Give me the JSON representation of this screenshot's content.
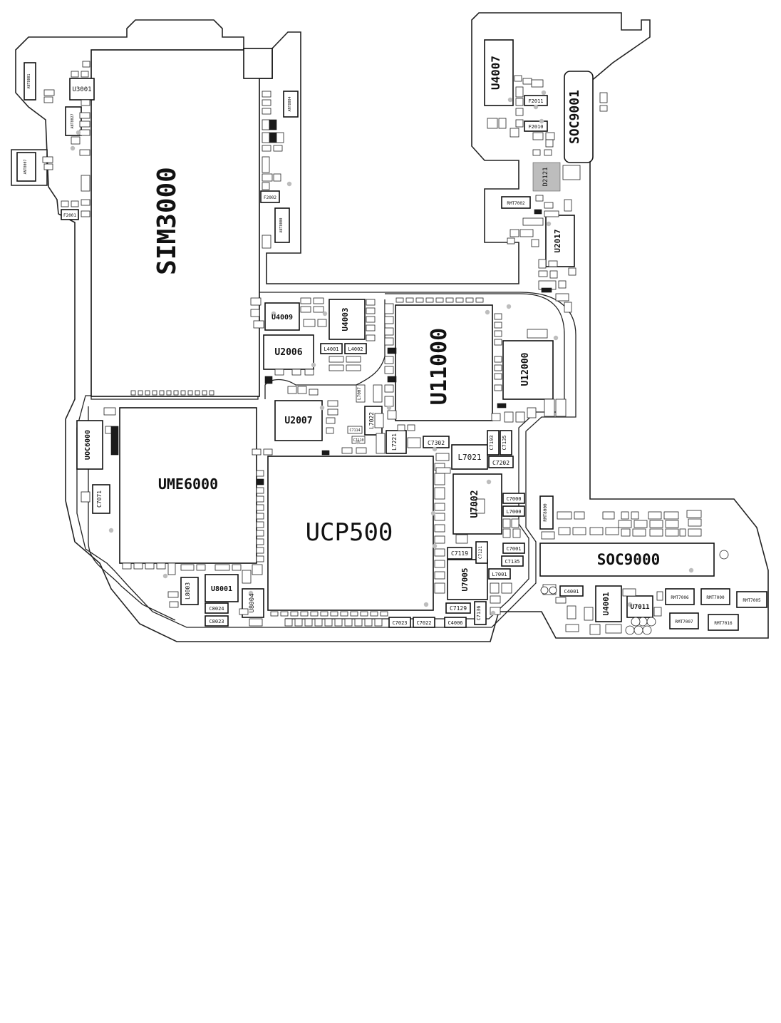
{
  "labels": {
    "sim3000": "SIM3000",
    "u11000": "U11000",
    "ucp500": "UCP500",
    "ume6000": "UME6000",
    "soc9000": "SOC9000",
    "soc9001": "SOC9001",
    "u4007": "U4007",
    "u12000": "U12000",
    "u2006": "U2006",
    "u2007": "U2007",
    "u4003": "U4003",
    "u4009": "U4009",
    "u7002": "U7002",
    "u7005": "U7005",
    "u2017": "U2017",
    "d2121": "D2121",
    "uoc6000": "UOC6000",
    "u8001": "U8001",
    "u8004": "U8004",
    "u4001": "U4001",
    "u7011": "U7011",
    "u3001": "U3001",
    "l7021": "L7021",
    "l7022": "L7022",
    "l7221": "L7221",
    "l7007": "L7007",
    "l7001": "L7001",
    "l7000": "L7000",
    "l4001": "L4001",
    "l4002": "L4002",
    "l8003": "L8003",
    "c7302": "C7302",
    "c7202": "C7202",
    "c7193": "C7193",
    "c7135a": "C7135",
    "c7135b": "C7135",
    "c7000": "C7000",
    "c7001": "C7001",
    "c7119": "C7119",
    "c7121": "C7121",
    "c7129": "C7129",
    "c7136": "C7136",
    "c7023": "C7023",
    "c7022": "C7022",
    "c4006": "C4006",
    "c7071": "C7071",
    "c8024": "C8024",
    "c8023": "C8023",
    "c4001": "C4001",
    "c7114": "C7114",
    "c7110": "C7110",
    "f2011": "F2011",
    "f2010": "F2010",
    "f2002": "F2002",
    "f2001": "F2001",
    "rmt7002": "RMT7002",
    "rmt8000": "RMT8000",
    "rmt7006": "RMT7006",
    "rmt7000": "RMT7000",
    "rmt7007": "RMT7007",
    "rmt7016": "RMT7016",
    "rmt7005": "RMT7005",
    "ant8001": "ANT8001",
    "ant8007": "ANT8007",
    "ant8004": "ANT8004",
    "ant8000": "ANT8000",
    "ant8027": "ANT8027"
  }
}
